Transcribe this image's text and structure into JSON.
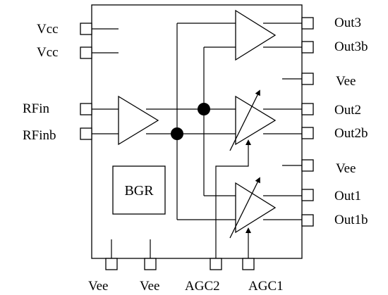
{
  "diagram": {
    "block_label": "BGR",
    "pins": {
      "left": [
        "Vcc",
        "Vcc",
        "RFin",
        "RFinb"
      ],
      "right": [
        "Out3",
        "Out3b",
        "Vee",
        "Out2",
        "Out2b",
        "Vee",
        "Out1",
        "Out1b"
      ],
      "bottom": [
        "Vee",
        "Vee",
        "AGC2",
        "AGC1"
      ]
    },
    "colors": {
      "line": "#000000",
      "background": "#ffffff"
    }
  }
}
